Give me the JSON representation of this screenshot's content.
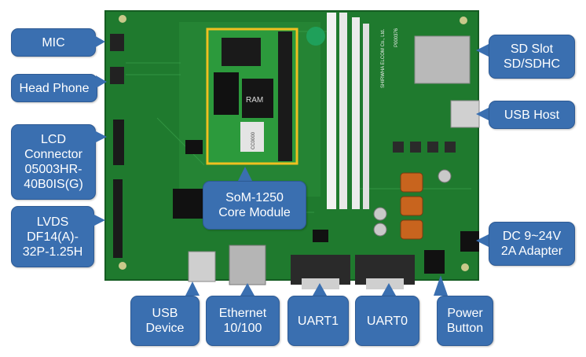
{
  "callouts": {
    "mic": "MIC",
    "headphone": "Head Phone",
    "lcd": "LCD\nConnector\n05003HR-\n40B0IS(G)",
    "lvds": "LVDS\nDF14(A)-\n32P-1.25H",
    "sd": "SD Slot\nSD/SDHC",
    "usb_host": "USB Host",
    "som": "SoM-1250\nCore Module",
    "dc": "DC 9~24V\n2A Adapter",
    "usb_device": "USB\nDevice",
    "ethernet": "Ethernet\n10/100",
    "uart1": "UART1",
    "uart0": "UART0",
    "power": "Power\nButton"
  },
  "board_text": {
    "ram_chip": "RAM",
    "code_chip": "CC0000",
    "vendor": "SHIRWHA ELCOM Co., Ltd.",
    "model": "P000376"
  },
  "colors": {
    "callout_fill": "#3a6fb0",
    "pcb": "#1f7a2e",
    "highlight": "#f0c020"
  }
}
